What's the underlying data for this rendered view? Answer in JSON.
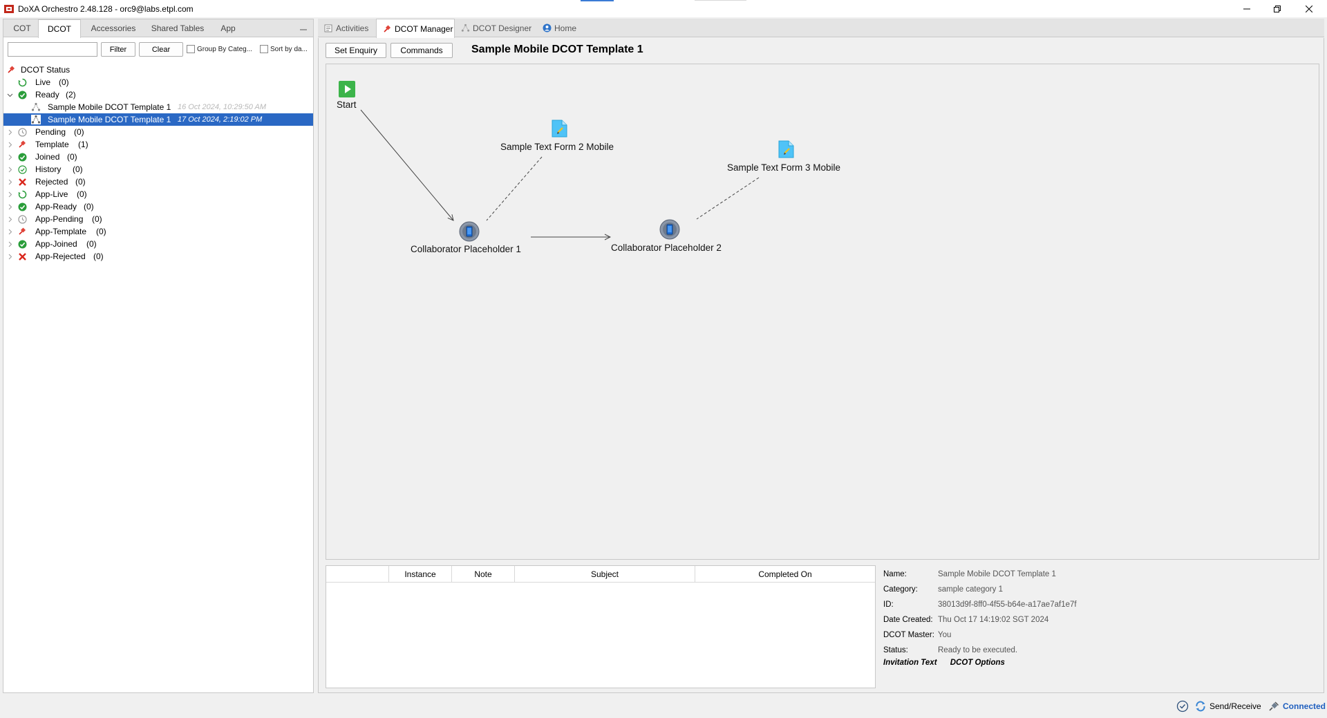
{
  "window": {
    "title": "DoXA Orchestro 2.48.128 - orc9@labs.etpl.com"
  },
  "left_tabs": [
    {
      "label": "COT"
    },
    {
      "label": "DCOT"
    },
    {
      "label": "Accessories"
    },
    {
      "label": "Shared Tables"
    },
    {
      "label": "App"
    }
  ],
  "filter": {
    "input_value": "",
    "filter_label": "Filter",
    "clear_label": "Clear",
    "group_by_label": "Group By Categ...",
    "sort_by_label": "Sort by da..."
  },
  "tree": {
    "root": "DCOT Status",
    "items": [
      {
        "label": "Live",
        "count": "(0)",
        "icon": "live-icon"
      },
      {
        "label": "Ready",
        "count": "(2)",
        "icon": "ready-icon",
        "expanded": true,
        "children": [
          {
            "label": "Sample Mobile DCOT Template 1",
            "date": "16 Oct 2024, 10:29:50 AM"
          },
          {
            "label": "Sample Mobile DCOT Template 1",
            "date": "17 Oct 2024, 2:19:02 PM",
            "selected": true
          }
        ]
      },
      {
        "label": "Pending",
        "count": "(0)",
        "icon": "pending-icon"
      },
      {
        "label": "Template",
        "count": "(1)",
        "icon": "pin-icon"
      },
      {
        "label": "Joined",
        "count": "(0)",
        "icon": "joined-icon"
      },
      {
        "label": "History",
        "count": "(0)",
        "icon": "history-icon"
      },
      {
        "label": "Rejected",
        "count": "(0)",
        "icon": "rejected-icon"
      },
      {
        "label": "App-Live",
        "count": "(0)",
        "icon": "live-icon"
      },
      {
        "label": "App-Ready",
        "count": "(0)",
        "icon": "ready-icon"
      },
      {
        "label": "App-Pending",
        "count": "(0)",
        "icon": "pending-icon"
      },
      {
        "label": "App-Template",
        "count": "(0)",
        "icon": "pin-icon"
      },
      {
        "label": "App-Joined",
        "count": "(0)",
        "icon": "joined-icon"
      },
      {
        "label": "App-Rejected",
        "count": "(0)",
        "icon": "rejected-icon"
      }
    ]
  },
  "right_tabs": [
    {
      "label": "Activities"
    },
    {
      "label": "DCOT Manager"
    },
    {
      "label": "DCOT Designer"
    },
    {
      "label": "Home"
    }
  ],
  "toolbar": {
    "set_enquiry_label": "Set Enquiry",
    "commands_label": "Commands",
    "page_title": "Sample Mobile DCOT Template 1"
  },
  "diagram": {
    "start_label": "Start",
    "form2_label": "Sample Text Form 2 Mobile",
    "form3_label": "Sample Text Form 3 Mobile",
    "collab1_label": "Collaborator Placeholder 1",
    "collab2_label": "Collaborator Placeholder 2"
  },
  "grid": {
    "columns": [
      "",
      "Instance",
      "Note",
      "Subject",
      "Completed On"
    ]
  },
  "properties": {
    "name_key": "Name:",
    "name_val": "Sample Mobile DCOT Template 1",
    "category_key": "Category:",
    "category_val": "sample category 1",
    "id_key": "ID:",
    "id_val": "38013d9f-8ff0-4f55-b64e-a17ae7af1e7f",
    "date_key": "Date Created:",
    "date_val": "Thu Oct 17 14:19:02 SGT 2024",
    "master_key": "DCOT Master:",
    "master_val": "You",
    "status_key": "Status:",
    "status_val": "Ready to be executed.",
    "invitation_label": "Invitation Text",
    "options_label": "DCOT Options"
  },
  "statusbar": {
    "send_receive_label": "Send/Receive",
    "connected_label": "Connected"
  },
  "colors": {
    "selection": "#2a68c4",
    "connected": "#1f5fbf",
    "ready_green": "#2a9d3a",
    "rejected_red": "#d9261c"
  }
}
